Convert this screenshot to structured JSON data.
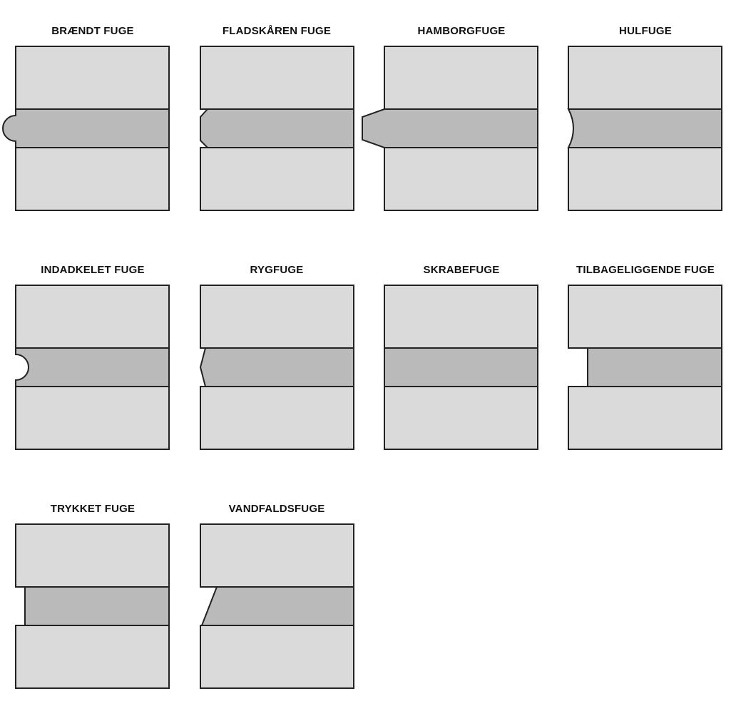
{
  "joints": [
    {
      "id": "braendt",
      "title": "BRÆNDT FUGE"
    },
    {
      "id": "fladskaaren",
      "title": "FLADSKÅREN FUGE"
    },
    {
      "id": "hamborg",
      "title": "HAMBORGFUGE"
    },
    {
      "id": "hul",
      "title": "HULFUGE"
    },
    {
      "id": "indadkelet",
      "title": "INDADKELET FUGE"
    },
    {
      "id": "ryg",
      "title": "RYGFUGE"
    },
    {
      "id": "skrabe",
      "title": "SKRABEFUGE"
    },
    {
      "id": "tilbageliggende",
      "title": "TILBAGELIGGENDE FUGE"
    },
    {
      "id": "trykket",
      "title": "TRYKKET FUGE"
    },
    {
      "id": "vandfalds",
      "title": "VANDFALDSFUGE"
    }
  ],
  "colors": {
    "brick": "#dadada",
    "mortar": "#bababa",
    "outline": "#222222"
  }
}
